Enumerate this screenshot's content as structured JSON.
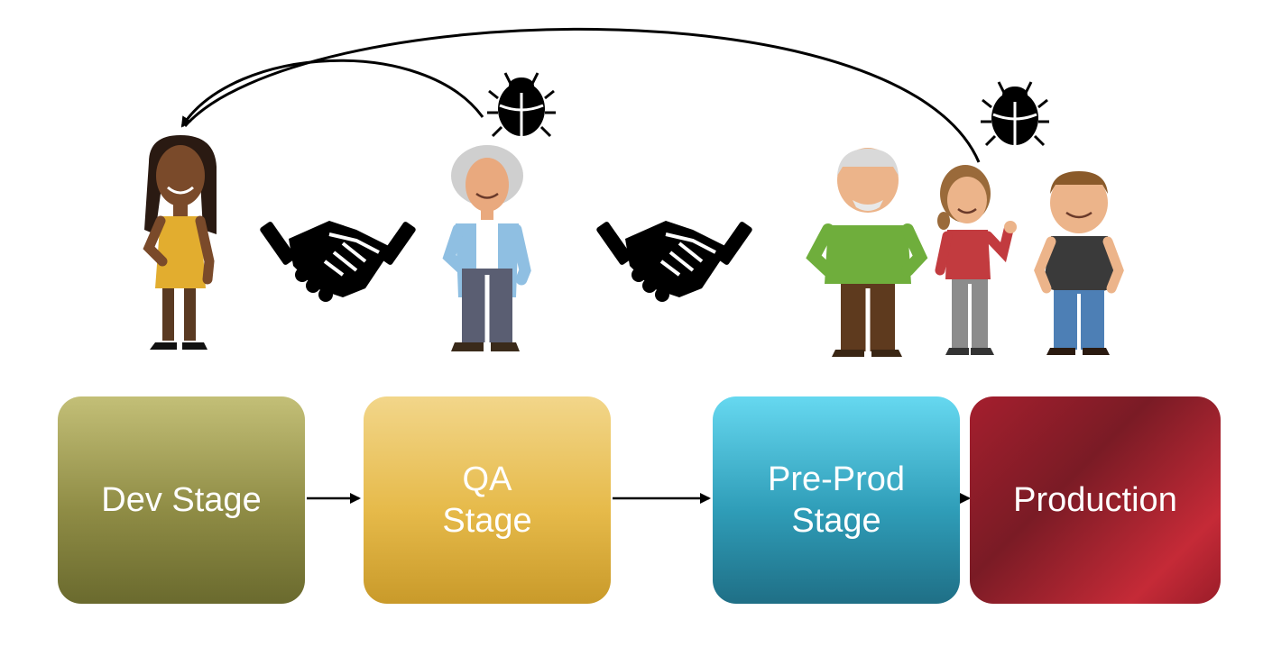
{
  "stages": [
    {
      "id": "dev",
      "label": "Dev Stage",
      "color": "#8f8c45"
    },
    {
      "id": "qa",
      "label": "QA\nStage",
      "color": "#e6ba4a"
    },
    {
      "id": "preprod",
      "label": "Pre-Prod\nStage",
      "color": "#2f9db8"
    },
    {
      "id": "production",
      "label": "Production",
      "color": "#a51f2e"
    }
  ],
  "icons": {
    "bug": "bug-icon",
    "handshake": "handshake-icon",
    "arrow": "arrow-icon"
  },
  "people": {
    "developer": "developer-figure",
    "qa_tester": "qa-tester-figure",
    "users": [
      "older-man-figure",
      "girl-figure",
      "boy-figure"
    ]
  }
}
